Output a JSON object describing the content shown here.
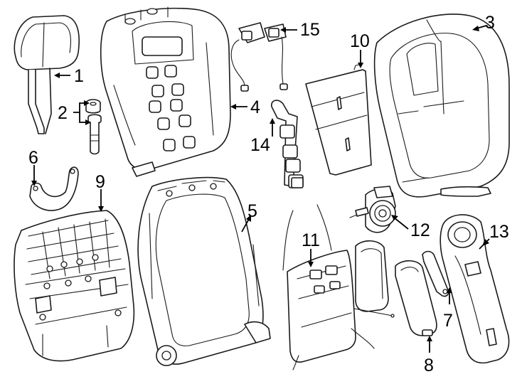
{
  "colors": {
    "line": "#1a1a1a",
    "callout": "#000000",
    "background": "#ffffff"
  },
  "callouts": [
    "1",
    "2",
    "3",
    "4",
    "5",
    "6",
    "7",
    "8",
    "9",
    "10",
    "11",
    "12",
    "13",
    "14",
    "15"
  ]
}
